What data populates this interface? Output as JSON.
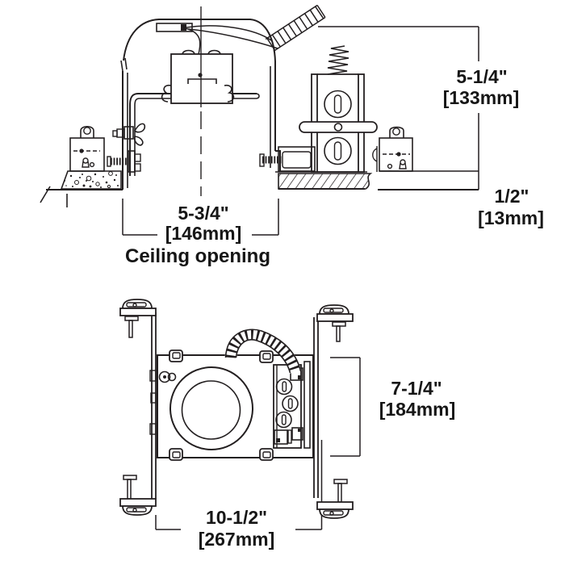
{
  "side_view": {
    "dim_height_in": "5-1/4\"",
    "dim_height_mm": "[133mm]",
    "dim_ceiling_thickness_in": "1/2\"",
    "dim_ceiling_thickness_mm": "[13mm]",
    "dim_opening_in": "5-3/4\"",
    "dim_opening_mm": "[146mm]",
    "opening_caption": "Ceiling opening"
  },
  "plan_view": {
    "dim_depth_in": "7-1/4\"",
    "dim_depth_mm": "[184mm]",
    "dim_width_in": "10-1/2\"",
    "dim_width_mm": "[267mm]"
  },
  "colors": {
    "line": "#231f20",
    "text": "#161616",
    "background": "#ffffff"
  }
}
